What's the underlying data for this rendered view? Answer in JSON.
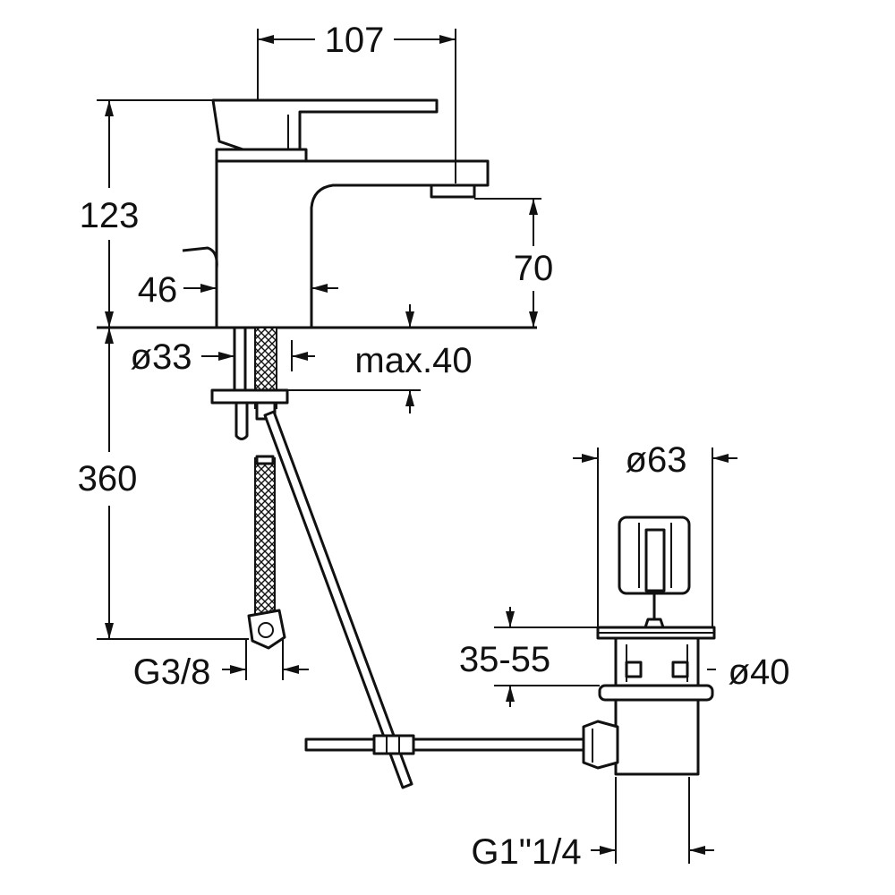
{
  "dimensions": {
    "spout_reach": "107",
    "tap_height": "123",
    "spout_clearance": "70",
    "lever_offset": "46",
    "shank_diameter": "ø33",
    "max_deck_thickness": "max.40",
    "hose_length": "360",
    "hose_connection": "G3/8",
    "waste_flange_diameter": "ø63",
    "waste_basin_thickness": "35-55",
    "waste_hole_diameter": "ø40",
    "waste_thread": "G1\"1/4"
  },
  "colors": {
    "ink": "#111111",
    "background": "#ffffff"
  }
}
